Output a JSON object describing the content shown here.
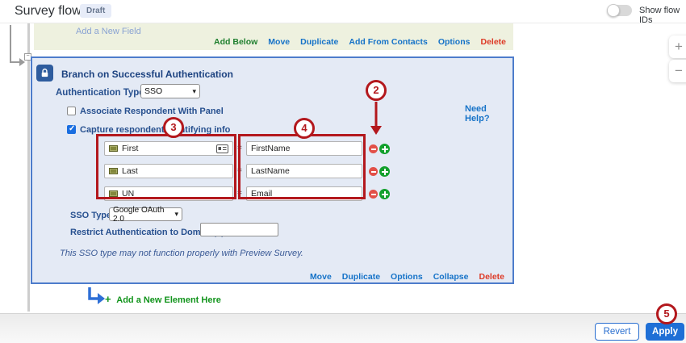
{
  "header": {
    "title": "Survey flow",
    "badge": "Draft",
    "show_flow_ids_label": "Show flow IDs"
  },
  "embedded_data_block": {
    "add_field_link": "Add a New Field",
    "actions": [
      "Add Below",
      "Move",
      "Duplicate",
      "Add From Contacts",
      "Options",
      "Delete"
    ]
  },
  "branch_block": {
    "title": "Branch on Successful Authentication",
    "authentication_type_label": "Authentication Type:",
    "authentication_type_value": "SSO",
    "associate_checkbox_label": "Associate Respondent With Panel",
    "capture_checkbox_label": "Capture respondent identifying info",
    "need_help_link": "Need Help?",
    "equals_sign": "=",
    "field_rows": [
      {
        "field": "First",
        "maps_to": "FirstName"
      },
      {
        "field": "Last",
        "maps_to": "LastName"
      },
      {
        "field": "UN",
        "maps_to": "Email"
      }
    ],
    "sso_type_label": "SSO Type:",
    "sso_type_value": "Google OAuth 2.0",
    "restrict_label": "Restrict Authentication to Domain(s)",
    "restrict_value": "",
    "preview_note": "This SSO type may not function properly with Preview Survey.",
    "actions": [
      "Move",
      "Duplicate",
      "Options",
      "Collapse",
      "Delete"
    ]
  },
  "add_element": {
    "plus": "+",
    "label": "Add a New Element Here"
  },
  "annotations": {
    "step_2": "2",
    "step_3": "3",
    "step_4": "4",
    "step_5": "5"
  },
  "footer": {
    "revert": "Revert",
    "apply": "Apply"
  },
  "zoom_controls": {
    "zoom_in": "+",
    "zoom_out": "−"
  },
  "icons": {
    "select_chevron": "▾",
    "expander": "−"
  },
  "colors": {
    "annotation_red": "#b3181d",
    "accent_blue": "#1f6fd6",
    "label_blue": "#27508f",
    "link_blue": "#1673c8",
    "add_green": "#12941c",
    "delete_red": "#dd3a26",
    "block_bg": "#e4eaf5",
    "embedded_bg": "#eef1df"
  }
}
